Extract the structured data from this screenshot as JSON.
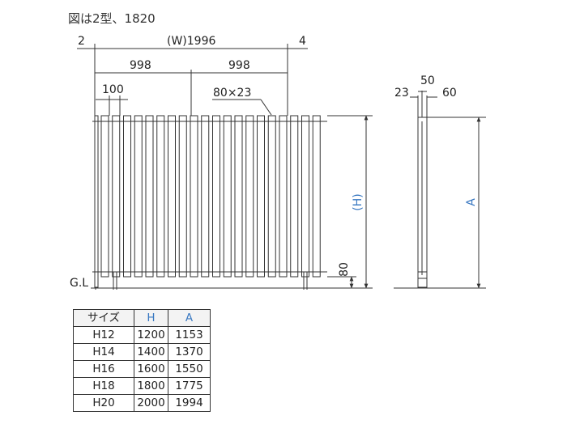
{
  "caption": "図は2型、1820",
  "dimensions": {
    "left_offset": "2",
    "total_width": "(W)1996",
    "right_offset": "4",
    "half_left": "998",
    "half_right": "998",
    "gap": "100",
    "slat_size": "80×23",
    "height": "(H)",
    "bottom_gap": "80",
    "ground_line": "G.L",
    "side_23": "23",
    "side_50": "50",
    "side_60": "60",
    "side_height": "A"
  },
  "colors": {
    "line": "#333333",
    "accent_blue": "#3a79c2"
  },
  "size_table": {
    "headers": [
      "サイズ",
      "H",
      "A"
    ],
    "rows": [
      [
        "H12",
        "1200",
        "1153"
      ],
      [
        "H14",
        "1400",
        "1370"
      ],
      [
        "H16",
        "1600",
        "1550"
      ],
      [
        "H18",
        "1800",
        "1775"
      ],
      [
        "H20",
        "2000",
        "1994"
      ]
    ]
  }
}
